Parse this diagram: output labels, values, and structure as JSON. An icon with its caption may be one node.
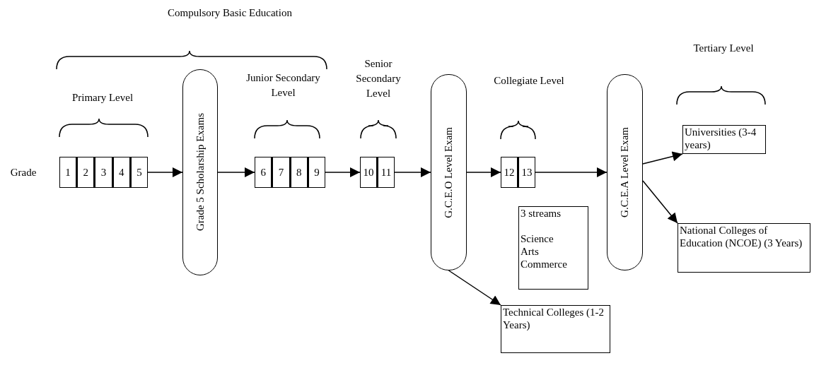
{
  "diagram": {
    "nodes": [
      {
        "text": [],
        "shape": "box"
      },
      {
        "text": [
          "1"
        ],
        "in": 0
      },
      {
        "text": [
          "2"
        ],
        "in": 0
      },
      {
        "text": [
          "3"
        ],
        "in": 0
      },
      {
        "text": [
          "4"
        ],
        "in": 0
      },
      {
        "text": [
          "5"
        ],
        "in": 0
      },
      {
        "text": [
          "Grade 5 Scholarship Exams"
        ]
      },
      {
        "text": [],
        "shape": "box"
      },
      {
        "text": [
          "6"
        ],
        "in": 7
      },
      {
        "text": [
          "7"
        ],
        "in": 7
      },
      {
        "text": [
          "8"
        ],
        "in": 7
      },
      {
        "text": [
          "9"
        ],
        "in": 7
      },
      {
        "text": [],
        "shape": "box"
      },
      {
        "text": [
          "10"
        ],
        "in": 12
      },
      {
        "text": [
          "11"
        ],
        "in": 12
      },
      {
        "text": [
          "G.C.E.O Level Exam"
        ]
      },
      {
        "text": [],
        "shape": "box"
      },
      {
        "text": [
          "12"
        ],
        "in": 16
      },
      {
        "text": [
          "13"
        ],
        "in": 16
      },
      {
        "text": [
          "3 streams",
          "Science",
          "Arts",
          "Commerce"
        ]
      },
      {
        "text": [
          "G.C.E.A Level Exam"
        ]
      },
      {
        "text": [
          "Universities (3-4 years)"
        ]
      },
      {
        "text": [
          "National Colleges of Education (NCOE) (3 Years)"
        ]
      },
      {
        "text": [
          "Technical Colleges (1-2 Years)"
        ]
      }
    ],
    "edges": [
      {
        "from": 0,
        "to": 6,
        "arrow": "to"
      },
      {
        "from": 6,
        "to": 7,
        "arrow": "to"
      },
      {
        "from": 7,
        "to": 12,
        "arrow": "to"
      },
      {
        "from": 12,
        "to": 15,
        "arrow": "to"
      },
      {
        "from": 15,
        "to": 16,
        "arrow": "to"
      },
      {
        "from": 16,
        "to": 20,
        "arrow": "to"
      },
      {
        "from": 20,
        "to": 21,
        "arrow": "to"
      },
      {
        "from": 20,
        "to": 22,
        "arrow": "to"
      },
      {
        "from": 15,
        "to": 23,
        "arrow": "to"
      }
    ],
    "labels": [
      "Compulsory Basic Education",
      "Primary Level",
      "Junior Secondary Level",
      "Senior Secondary Level",
      "Collegiate Level",
      "Tertiary Level",
      "Grade"
    ]
  }
}
